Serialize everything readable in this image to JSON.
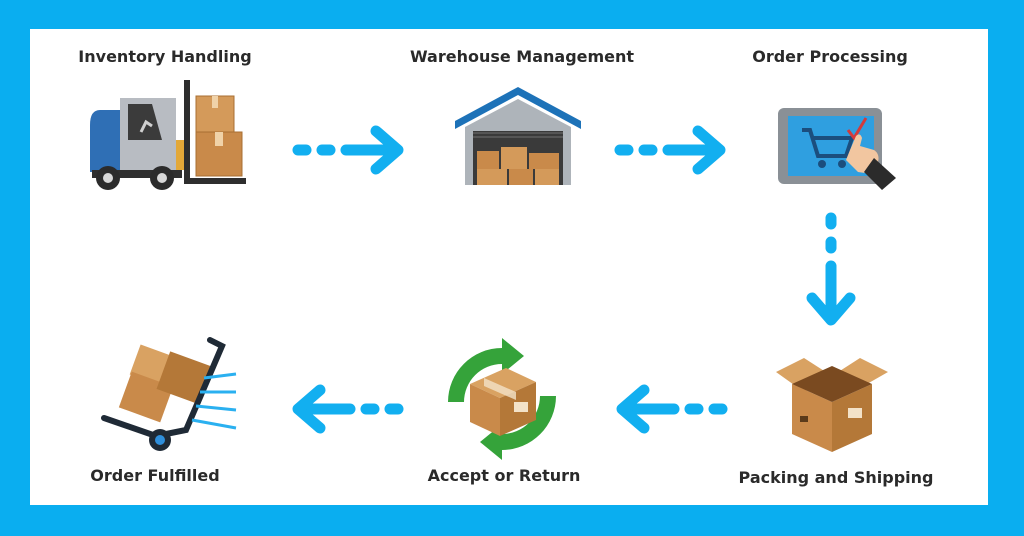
{
  "steps": [
    {
      "label": "Inventory Handling",
      "icon": "forklift-icon"
    },
    {
      "label": "Warehouse Management",
      "icon": "warehouse-icon"
    },
    {
      "label": "Order Processing",
      "icon": "tablet-cart-icon"
    },
    {
      "label": "Packing and Shipping",
      "icon": "open-box-icon"
    },
    {
      "label": "Accept or Return",
      "icon": "return-box-icon"
    },
    {
      "label": "Order Fulfilled",
      "icon": "hand-truck-icon"
    }
  ],
  "colors": {
    "frame": "#0aaef0",
    "arrow": "#12aff0",
    "box": "#c98a4a",
    "return": "#35a33a"
  }
}
